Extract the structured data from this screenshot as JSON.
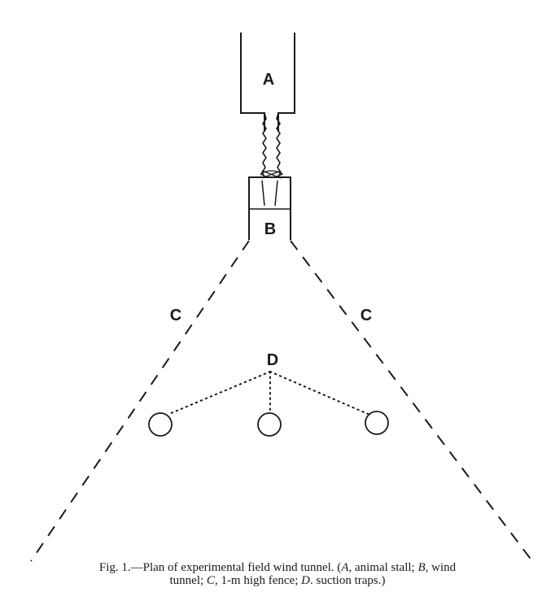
{
  "diagram": {
    "labels": {
      "a": "A",
      "b": "B",
      "c_left": "C",
      "c_right": "C",
      "d": "D"
    }
  },
  "caption": {
    "line1": {
      "prefix": "Fig. 1.—Plan of experimental field wind tunnel. (",
      "a_key": "A",
      "a_text": ", animal stall; ",
      "b_key": "B",
      "b_text": ", wind"
    },
    "line2": {
      "prefix": "tunnel; ",
      "c_key": "C",
      "c_text": ", 1-m high fence; ",
      "d_key": "D",
      "d_text": ". suction traps.)"
    }
  },
  "colors": {
    "ink": "#1a1a1a",
    "background": "#ffffff"
  }
}
